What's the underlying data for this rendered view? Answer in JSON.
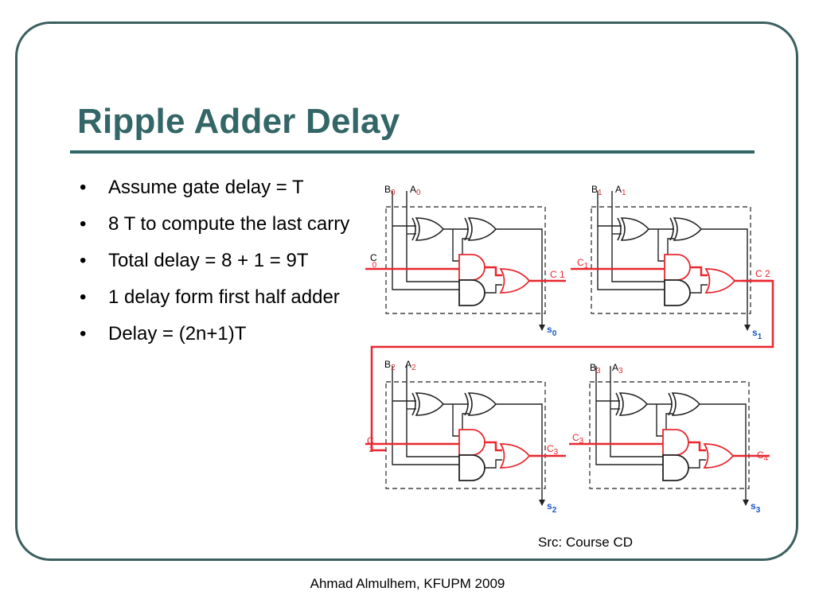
{
  "slide": {
    "title": "Ripple Adder Delay",
    "bullets": [
      "Assume gate delay = T",
      "8 T to compute the last carry",
      "Total delay = 8 + 1 = 9T",
      "1 delay form first half adder",
      "Delay = (2n+1)T"
    ],
    "source": "Src: Course CD",
    "footer": "Ahmad Almulhem, KFUPM 2009"
  },
  "diagram": {
    "stages": [
      {
        "b": "B",
        "b_sub": "0",
        "a": "A",
        "a_sub": "0",
        "cin": "C",
        "cin_sub": "0",
        "cout": "C 1",
        "s": "s",
        "s_sub": "0"
      },
      {
        "b": "B",
        "b_sub": "1",
        "a": "A",
        "a_sub": "1",
        "cin": "C",
        "cin_sub": "1",
        "cout": "C 2",
        "s": "s",
        "s_sub": "1"
      },
      {
        "b": "B",
        "b_sub": "2",
        "a": "A",
        "a_sub": "2",
        "cin": "C",
        "cin_sub": "2",
        "cout": "C",
        "cout_sub": "3",
        "s": "s",
        "s_sub": "2"
      },
      {
        "b": "B",
        "b_sub": "3",
        "a": "A",
        "a_sub": "3",
        "cin": "C",
        "cin_sub": "3",
        "cout": "C",
        "cout_sub": "4",
        "s": "s",
        "s_sub": "3"
      }
    ],
    "colors": {
      "carry_path": "#e8272e",
      "wire": "#222222",
      "box_border": "#444444",
      "subscript": "#e8272e",
      "sum_subscript": "#1a56c8",
      "title": "#336666"
    }
  }
}
